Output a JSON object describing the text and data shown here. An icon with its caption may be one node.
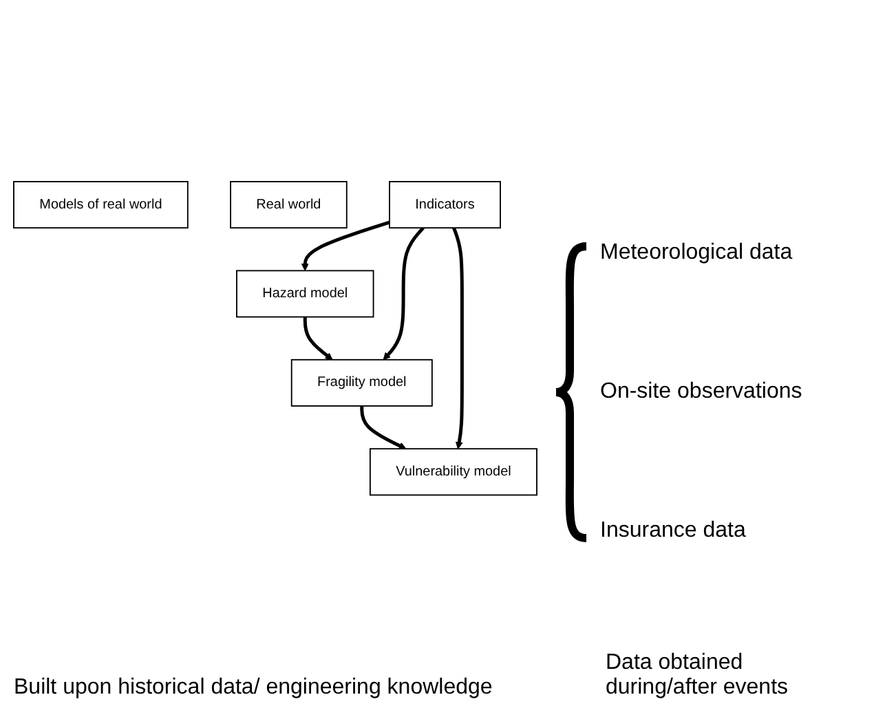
{
  "diagram": {
    "nodes": [
      {
        "text": [
          "Models of real world"
        ]
      },
      {
        "text": [
          "Real world"
        ]
      },
      {
        "text": [
          "Hazard model"
        ]
      },
      {
        "text": [
          "Fragility model"
        ]
      },
      {
        "text": [
          "Vulnerability model"
        ]
      },
      {
        "text": [
          "Indicators"
        ]
      }
    ],
    "edges": [
      {
        "from": 5,
        "to": 2,
        "arrow": "to"
      },
      {
        "from": 2,
        "to": 3,
        "arrow": "to"
      },
      {
        "from": 5,
        "to": 3,
        "arrow": "to"
      },
      {
        "from": 3,
        "to": 4,
        "arrow": "to"
      },
      {
        "from": 5,
        "to": 4,
        "arrow": "to"
      }
    ],
    "labels": [
      "Meteorological data",
      "On-site observations",
      "Insurance data",
      "Built upon historical data/ engineering knowledge",
      "Data obtained during/after events"
    ]
  }
}
